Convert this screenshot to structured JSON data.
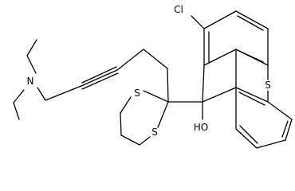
{
  "molecule": {
    "atoms": [
      {
        "id": "Cl",
        "label": "Cl",
        "color": "#000000"
      },
      {
        "id": "S_ring",
        "label": "S",
        "color": "#000000"
      },
      {
        "id": "OH",
        "label": "HO",
        "color": "#000000"
      },
      {
        "id": "N",
        "label": "N",
        "color": "#000000"
      },
      {
        "id": "S_dithiane_1",
        "label": "S",
        "color": "#000000"
      },
      {
        "id": "S_dithiane_2",
        "label": "S",
        "color": "#000000"
      }
    ]
  }
}
